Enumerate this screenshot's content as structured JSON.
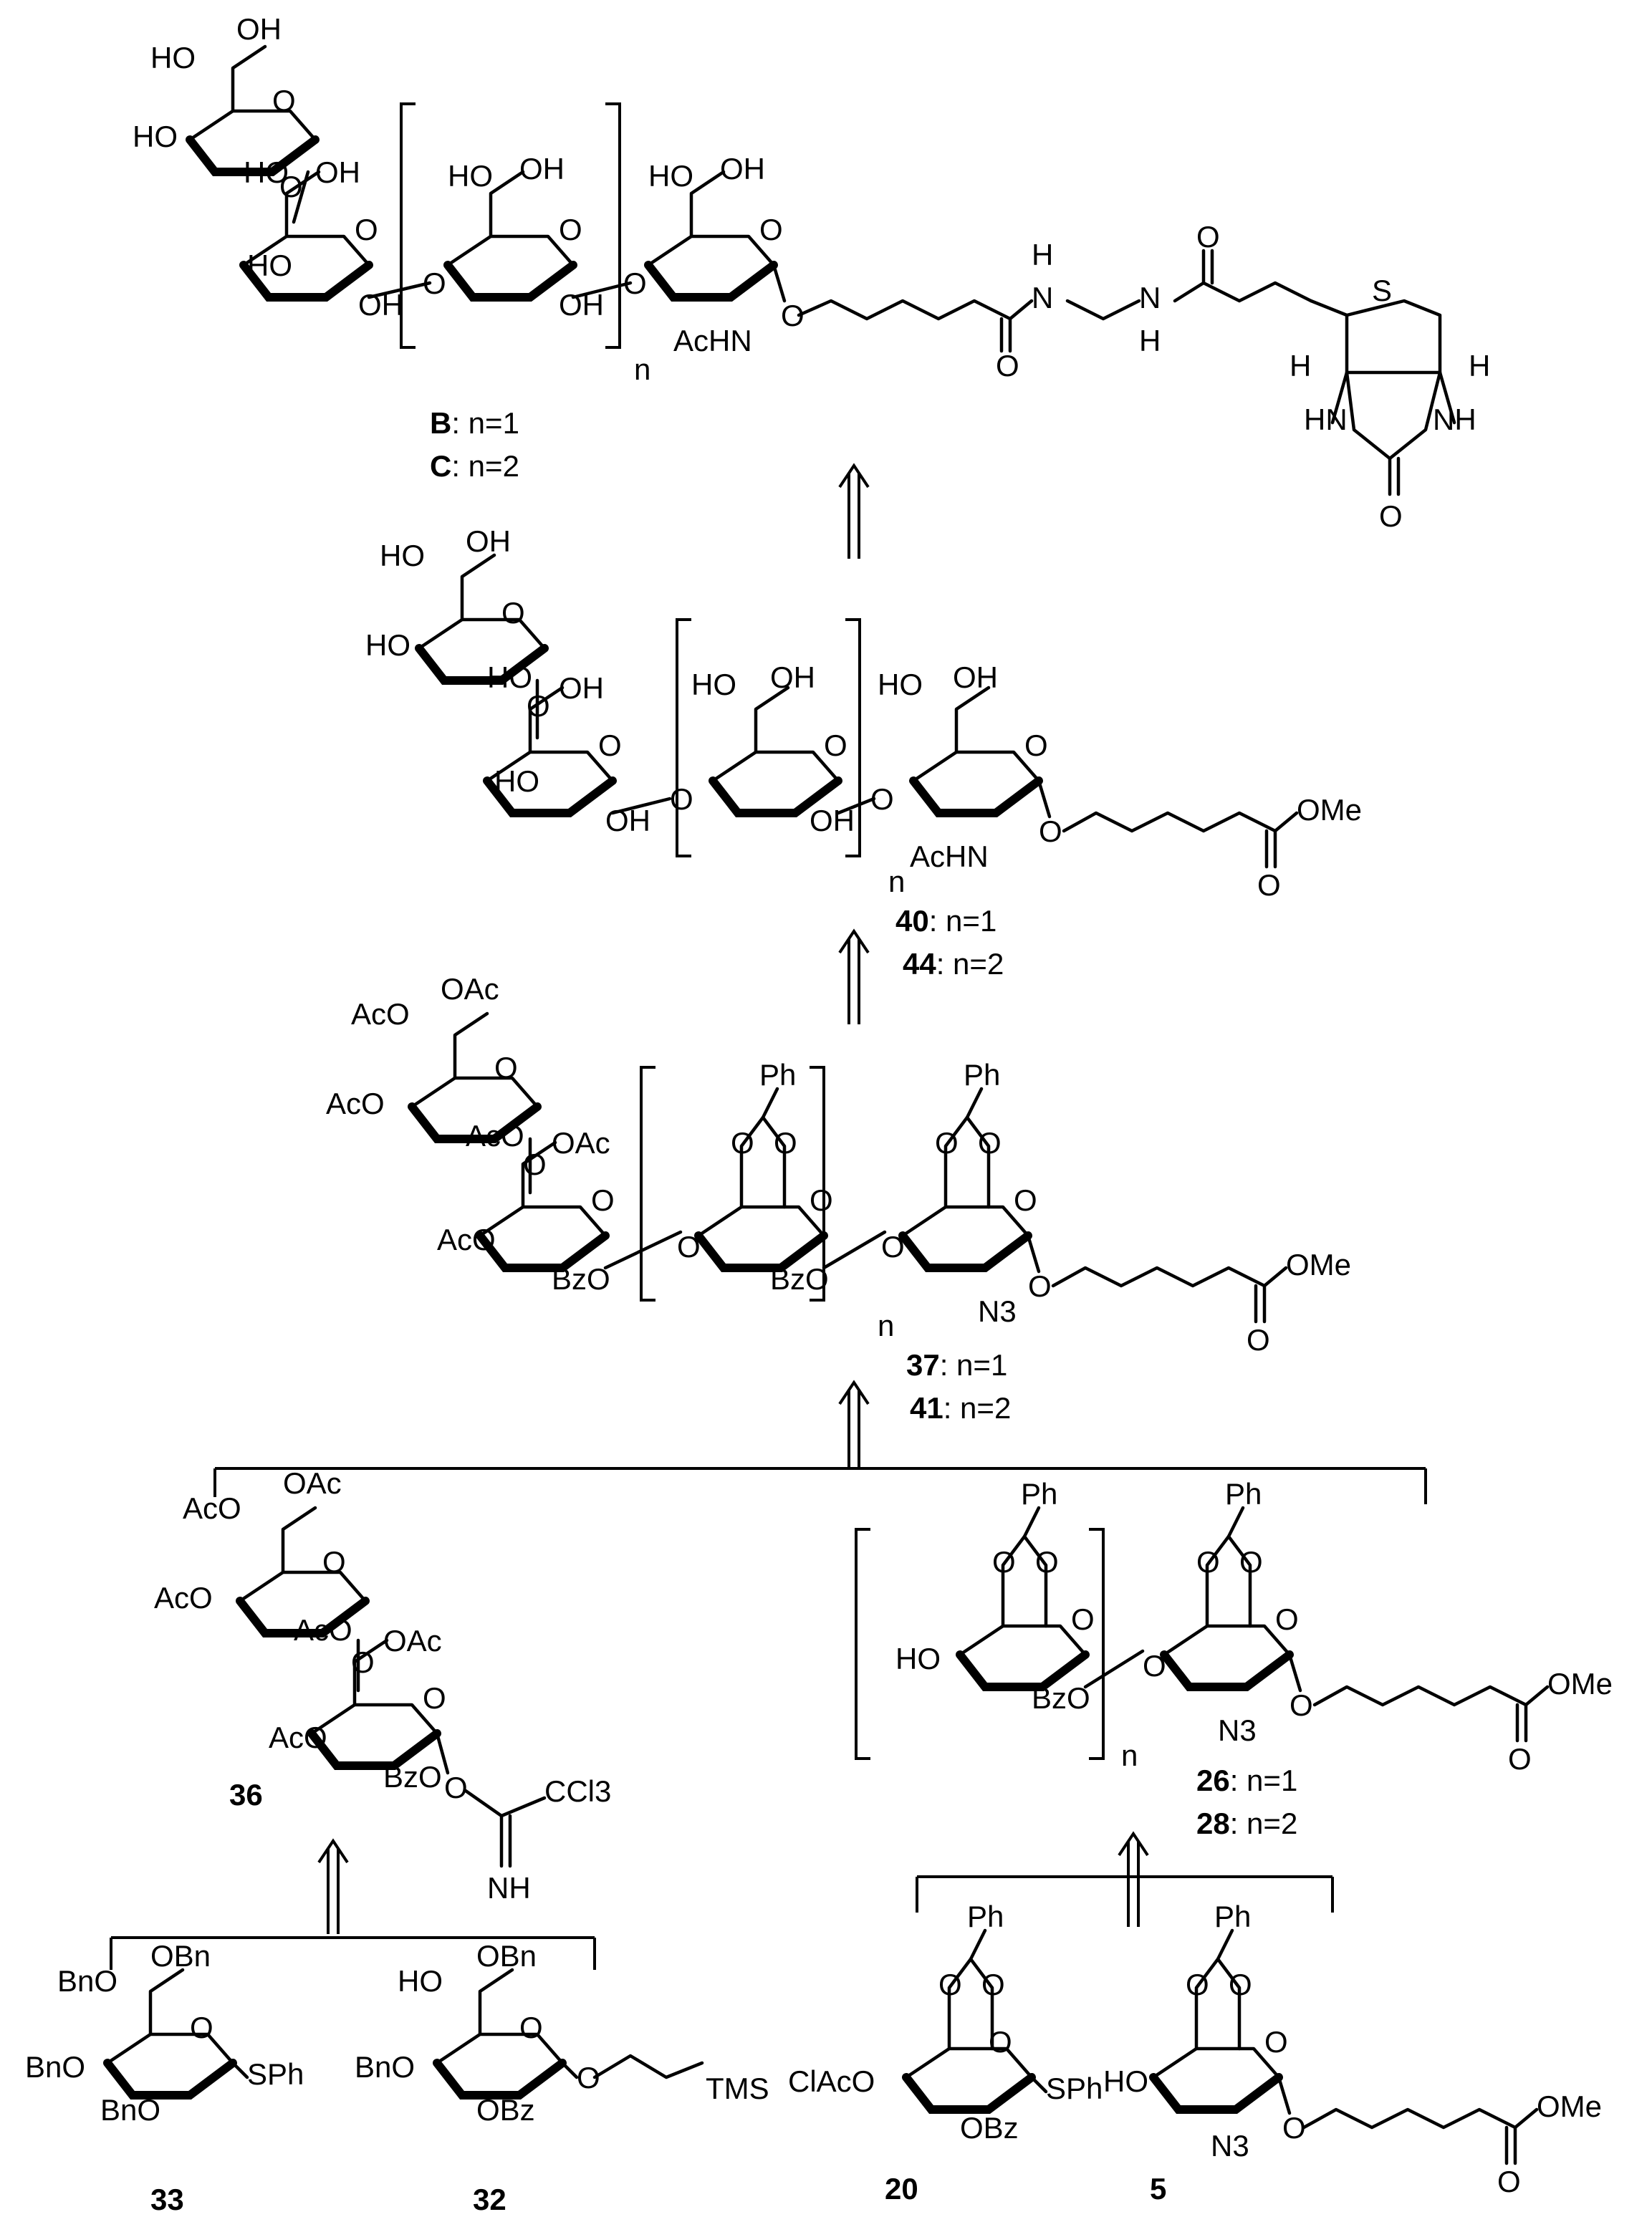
{
  "compounds": {
    "B_C": {
      "caption_lines": [
        {
          "id": "B",
          "text": ": n=1"
        },
        {
          "id": "C",
          "text": ": n=2"
        }
      ],
      "n_label": "n",
      "atoms": {
        "ho": "HO",
        "oh": "OH",
        "ho_r": "HO",
        "o": "O",
        "achn": "AcHN",
        "h": "H",
        "n": "N",
        "s": "S",
        "hn": "HN",
        "nh": "NH"
      }
    },
    "c40_44": {
      "caption_lines": [
        {
          "id": "40",
          "text": ": n=1"
        },
        {
          "id": "44",
          "text": ": n=2"
        }
      ],
      "n_label": "n",
      "atoms": {
        "ho": "HO",
        "oh": "OH",
        "o": "O",
        "achn": "AcHN",
        "ome": "OMe"
      }
    },
    "c37_41": {
      "caption_lines": [
        {
          "id": "37",
          "text": ": n=1"
        },
        {
          "id": "41",
          "text": ": n=2"
        }
      ],
      "n_label": "n",
      "atoms": {
        "aco": "AcO",
        "oac": "OAc",
        "ph": "Ph",
        "o": "O",
        "bzo": "BzO",
        "n3": "N3",
        "ome": "OMe"
      }
    },
    "c36": {
      "label": "36",
      "atoms": {
        "aco": "AcO",
        "oac": "OAc",
        "o": "O",
        "bzo": "BzO",
        "ccl3": "CCl3",
        "nh": "NH"
      }
    },
    "c26_28": {
      "caption_lines": [
        {
          "id": "26",
          "text": ": n=1"
        },
        {
          "id": "28",
          "text": ": n=2"
        }
      ],
      "n_label": "n",
      "atoms": {
        "ho": "HO",
        "ph": "Ph",
        "o": "O",
        "bzo": "BzO",
        "n3": "N3",
        "ome": "OMe"
      }
    },
    "c33": {
      "label": "33",
      "atoms": {
        "bno": "BnO",
        "obn": "OBn",
        "o": "O",
        "sph": "SPh"
      }
    },
    "c32": {
      "label": "32",
      "atoms": {
        "ho": "HO",
        "obn": "OBn",
        "bno": "BnO",
        "o": "O",
        "obz": "OBz",
        "tms": "TMS"
      }
    },
    "c20": {
      "label": "20",
      "atoms": {
        "ph": "Ph",
        "o": "O",
        "clacO": "ClAcO",
        "sph": "SPh",
        "obz": "OBz"
      }
    },
    "c5": {
      "label": "5",
      "atoms": {
        "ph": "Ph",
        "o": "O",
        "ho": "HO",
        "n3": "N3",
        "ome": "OMe"
      }
    }
  }
}
